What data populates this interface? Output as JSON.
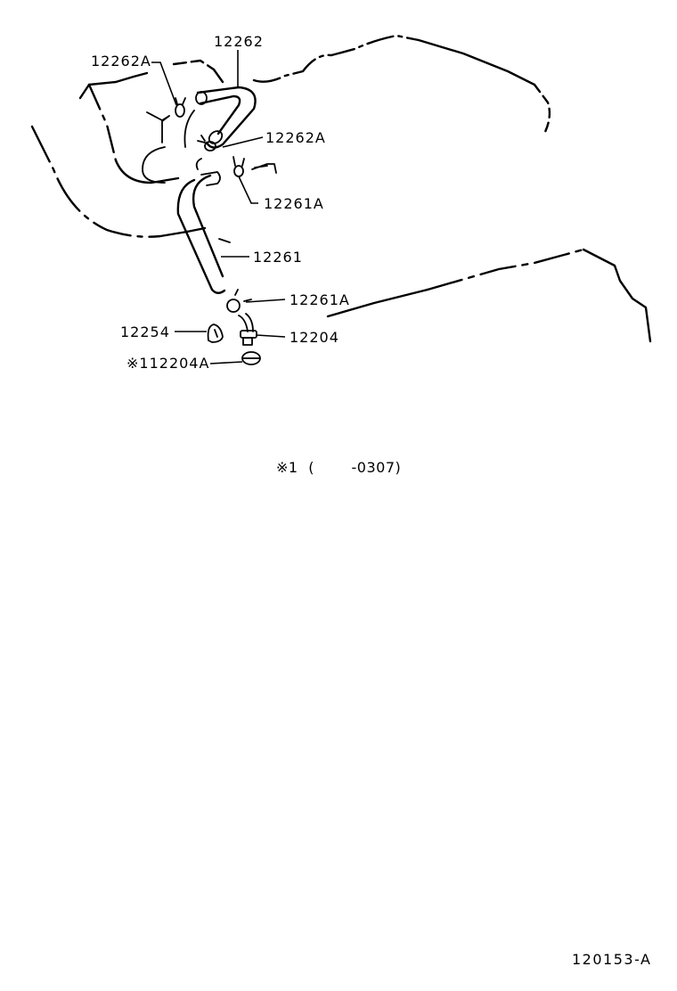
{
  "diagram": {
    "type": "exploded-parts-diagram",
    "colors": {
      "line": "#000000",
      "background": "#ffffff"
    },
    "part_labels": [
      {
        "id": "12262",
        "text": "12262"
      },
      {
        "id": "12262A-top",
        "text": "12262A"
      },
      {
        "id": "12262A-right",
        "text": "12262A"
      },
      {
        "id": "12261A-upper",
        "text": "12261A"
      },
      {
        "id": "12261",
        "text": "12261"
      },
      {
        "id": "12261A-lower",
        "text": "12261A"
      },
      {
        "id": "12254",
        "text": "12254"
      },
      {
        "id": "12204",
        "text": "12204"
      },
      {
        "id": "112204A",
        "text": "※112204A"
      }
    ],
    "footnote": {
      "mark": "※1",
      "open_paren": "(",
      "range": "-0307)"
    },
    "figure_code": "120153-A"
  }
}
